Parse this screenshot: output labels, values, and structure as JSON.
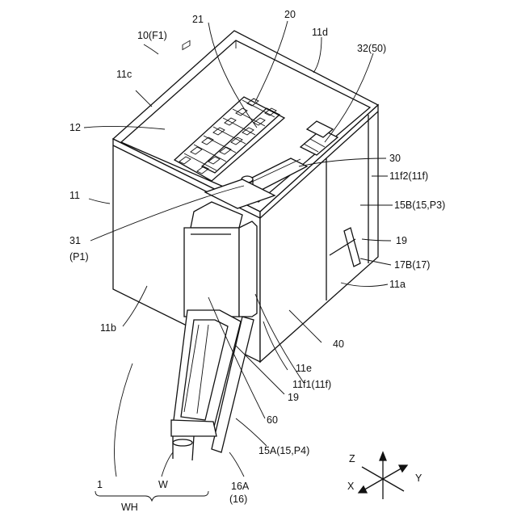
{
  "labels": {
    "l_10": "10(F1)",
    "l_21": "21",
    "l_20": "20",
    "l_11d": "11d",
    "l_11c": "11c",
    "l_3250": "32(50)",
    "l_12": "12",
    "l_30": "30",
    "l_11": "11",
    "l_11f2": "11f2(11f)",
    "l_15B": "15B(15,P3)",
    "l_31": "31",
    "l_P1": "(P1)",
    "l_19r": "19",
    "l_17B": "17B(17)",
    "l_11a": "11a",
    "l_11b": "11b",
    "l_40": "40",
    "l_11e": "11e",
    "l_11f1": "11f1(11f)",
    "l_19b": "19",
    "l_60": "60",
    "l_15A": "15A(15,P4)",
    "l_16A": "16A",
    "l_16": "(16)",
    "l_1": "1",
    "l_W": "W",
    "l_WH": "WH",
    "ax_Z": "Z",
    "ax_Y": "Y",
    "ax_X": "X"
  }
}
